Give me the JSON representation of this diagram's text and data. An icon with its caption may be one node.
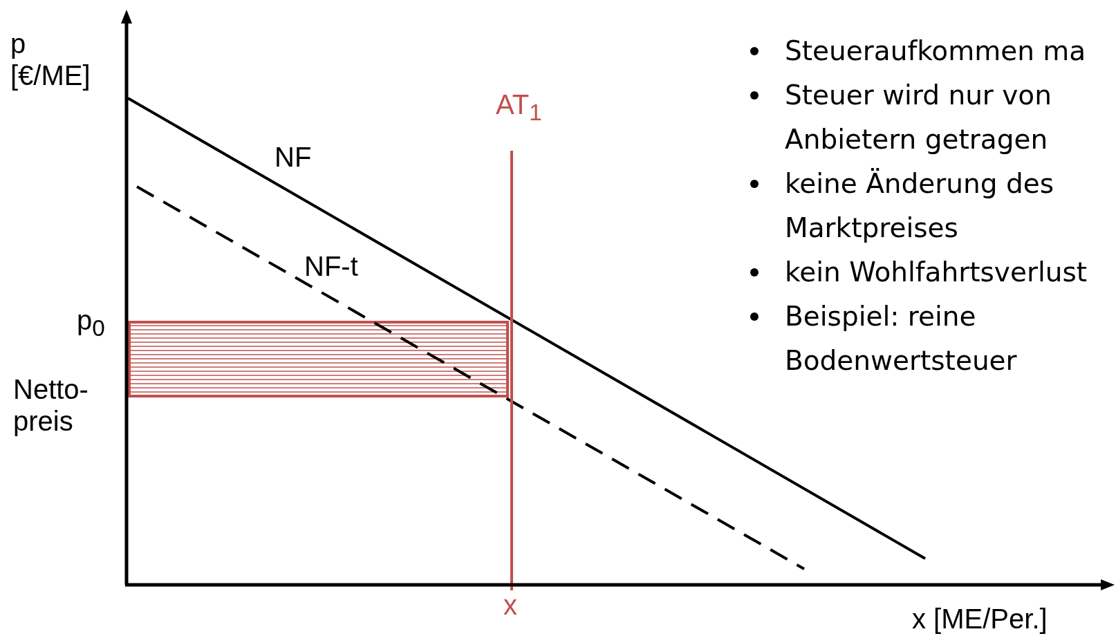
{
  "diagram": {
    "nodes": [
      {
        "text": [],
        "shape": "box"
      }
    ],
    "labels": [
      "p [€/ME]",
      "AT$_{1}$",
      "NF",
      "NF-t",
      "p$_{0}$",
      "Netto- preis",
      "x",
      "x [ME/Per.]",
      "Steueraufkommen ma",
      "Steuer wird nur von Anbietern getragen",
      "keine Änderung des Marktpreises",
      "kein Wohlfahrtsverlust",
      "Beispiel: reine Bodenwertsteuer"
    ]
  }
}
